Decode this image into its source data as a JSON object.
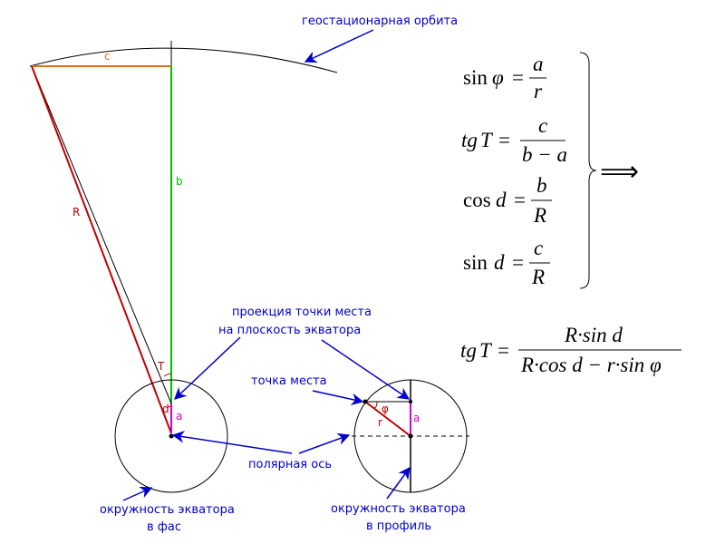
{
  "labels": {
    "geo_orbit": "геостационарная орбита",
    "projection_line1": "проекция точки места",
    "projection_line2": "на плоскость экватора",
    "place_point": "точка места",
    "polar_axis": "полярная ось",
    "equator_front_line1": "окружность экватора",
    "equator_front_line2": "в фас",
    "equator_profile_line1": "окружность экватора",
    "equator_profile_line2": "в профиль"
  },
  "symbols": {
    "c": "c",
    "b": "b",
    "R": "R",
    "T": "T",
    "d": "d",
    "a_front": "a",
    "a_profile": "a",
    "r": "r",
    "phi": "φ"
  },
  "formulas": {
    "f1": {
      "lhs_fn": "sin",
      "lhs_var": "φ",
      "num": "a",
      "den": "r"
    },
    "f2": {
      "lhs_fn": "tg",
      "lhs_var": "T",
      "num": "c",
      "den": "b − a"
    },
    "f3": {
      "lhs_fn": "cos",
      "lhs_var": "d",
      "num": "b",
      "den": "R"
    },
    "f4": {
      "lhs_fn": "sin",
      "lhs_var": "d",
      "num": "c",
      "den": "R"
    },
    "implies": "⟹",
    "final": {
      "lhs_fn": "tg",
      "lhs_var": "T",
      "num": "R·sin d",
      "den": "R·cos d − r·sin φ"
    }
  },
  "colors": {
    "orange": "#e07020",
    "green": "#00c000",
    "red": "#c00000",
    "magenta": "#d000d0",
    "blue": "#0000cc"
  }
}
